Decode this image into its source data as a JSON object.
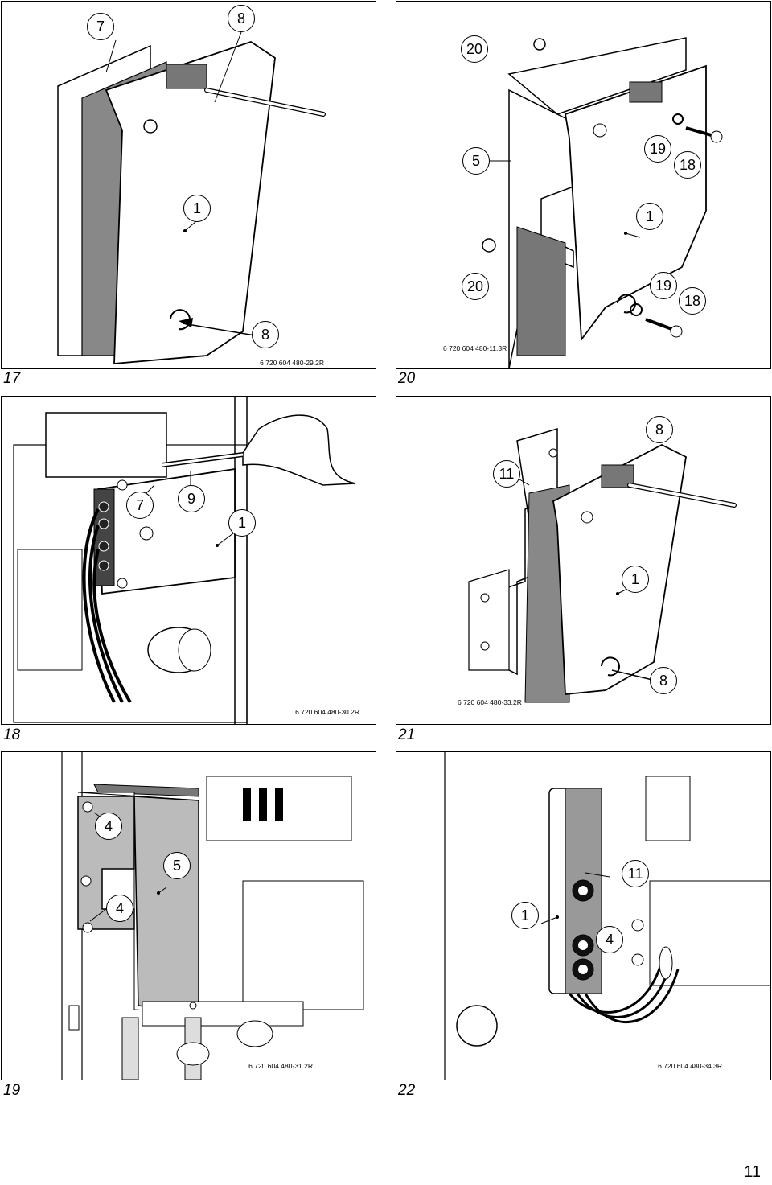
{
  "page_number": "11",
  "figures": [
    {
      "id": "fig17",
      "number": "17",
      "code": "6 720 604 480-29.2R",
      "callouts": [
        "7",
        "8",
        "1",
        "8"
      ]
    },
    {
      "id": "fig20",
      "number": "20",
      "code": "6 720 604 480-11.3R",
      "callouts": [
        "20",
        "5",
        "19",
        "18",
        "1",
        "20",
        "19",
        "18"
      ]
    },
    {
      "id": "fig18",
      "number": "18",
      "code": "6 720 604 480-30.2R",
      "callouts": [
        "7",
        "9",
        "1"
      ]
    },
    {
      "id": "fig21",
      "number": "21",
      "code": "6 720 604 480-33.2R",
      "callouts": [
        "8",
        "11",
        "1",
        "8"
      ]
    },
    {
      "id": "fig19",
      "number": "19",
      "code": "6 720 604 480-31.2R",
      "callouts": [
        "4",
        "5",
        "4"
      ]
    },
    {
      "id": "fig22",
      "number": "22",
      "code": "6 720 604 480-34.3R",
      "callouts": [
        "11",
        "1",
        "4"
      ]
    }
  ]
}
